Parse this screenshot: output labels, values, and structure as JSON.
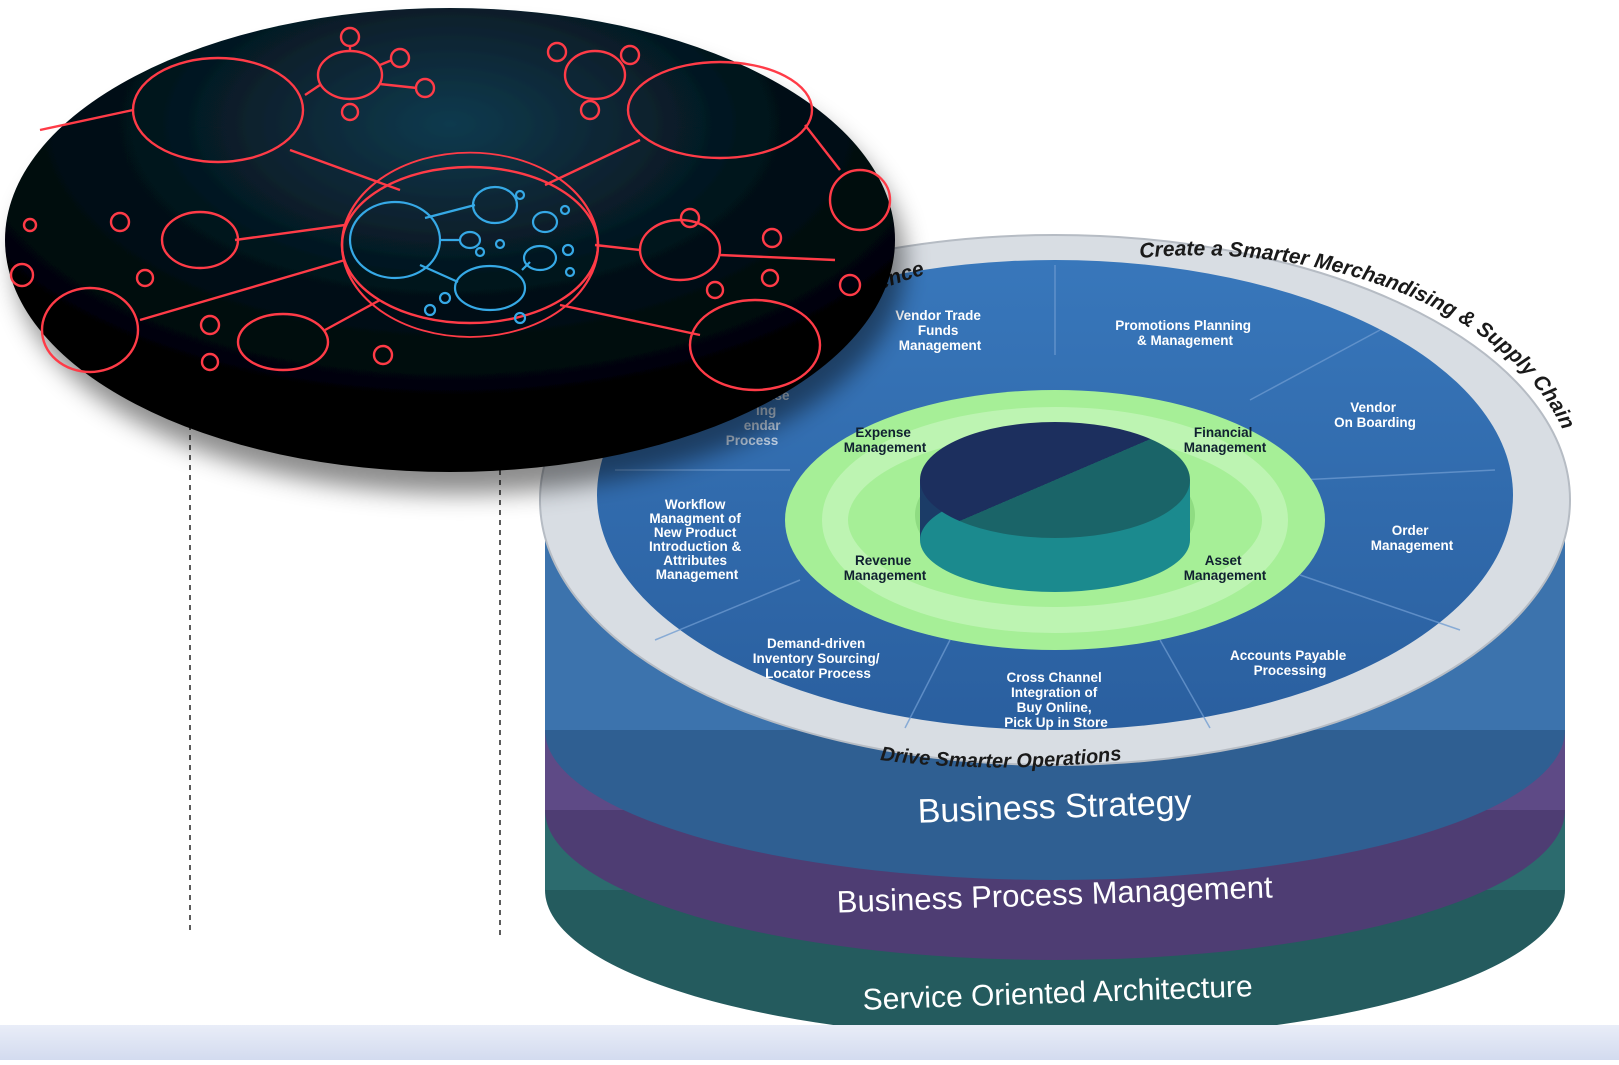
{
  "ring_labels": {
    "top_left_partial": "ence",
    "top_right": "Create a Smarter Merchandising & Supply Chain",
    "bottom": "Drive Smarter Operations"
  },
  "segments": {
    "vendor_trade_funds": [
      "Vendor Trade",
      "Funds",
      "Management"
    ],
    "promotions_planning": [
      "Promotions Planning",
      "& Management"
    ],
    "vendor_onboarding": [
      "Vendor",
      "On Boarding"
    ],
    "order_management": [
      "Order",
      "Management"
    ],
    "accounts_payable": [
      "Accounts Payable",
      "Processing"
    ],
    "cross_channel": [
      "Cross Channel",
      "Integration of",
      "Buy Online,",
      "Pick Up in Store"
    ],
    "demand_driven": [
      "Demand-driven",
      "Inventory Sourcing/",
      "Locator Process"
    ],
    "workflow": [
      "Workflow",
      "Managment of",
      "New Product",
      "Introduction &",
      "Attributes",
      "Management"
    ],
    "partially_hidden": [
      "ise",
      "ing",
      "endar",
      "Process"
    ]
  },
  "inner_labels": {
    "expense": [
      "Expense",
      "Management"
    ],
    "financial": [
      "Financial",
      "Management"
    ],
    "revenue": [
      "Revenue",
      "Management"
    ],
    "asset": [
      "Asset",
      "Management"
    ]
  },
  "layers": {
    "business_strategy": "Business Strategy",
    "business_process_management": "Business Process Management",
    "service_oriented_architecture": "Service Oriented Architecture"
  },
  "colors": {
    "top_face": "#2f6bb0",
    "blue_layer": "#3c73ad",
    "purple_layer": "#5e4a86",
    "teal_layer": "#2c6b6e",
    "inner_ring": "#a6ef97",
    "network_red": "#ff3b47",
    "network_blue": "#36a9e6",
    "disc_bg": "#000000"
  }
}
